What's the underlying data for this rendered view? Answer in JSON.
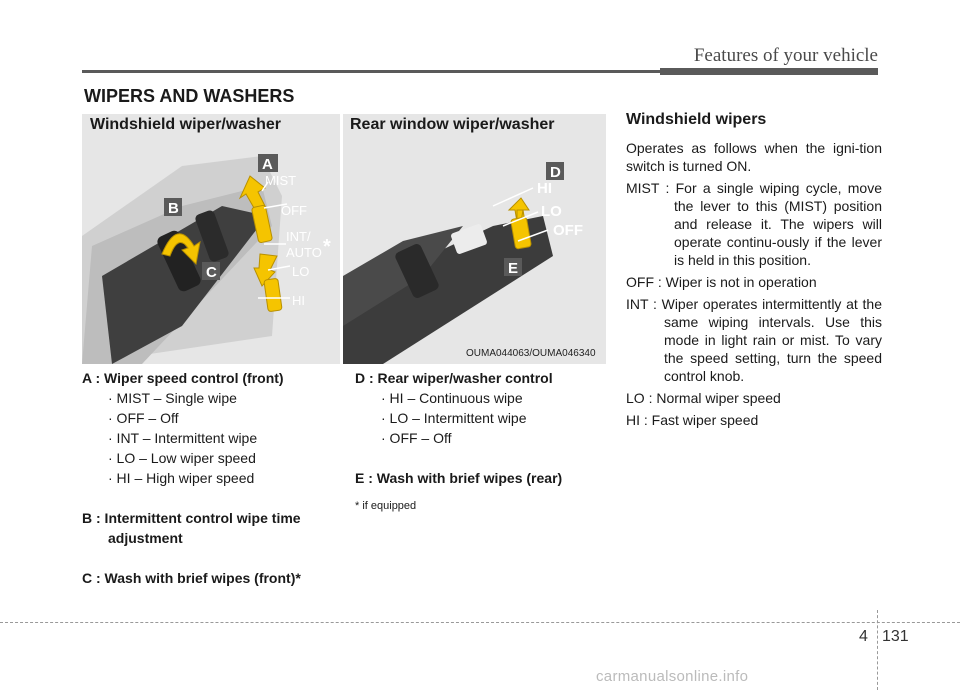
{
  "header": {
    "title": "Features of your vehicle"
  },
  "section": {
    "title": "WIPERS AND WASHERS"
  },
  "figure": {
    "left_title": "Windshield wiper/washer",
    "right_title": "Rear window wiper/washer",
    "code": "OUMA044063/OUMA046340",
    "front_labels": {
      "mist": "MIST",
      "off": "OFF",
      "int": "INT/",
      "auto": "AUTO",
      "asterisk": "*",
      "lo": "LO",
      "hi": "HI"
    },
    "rear_labels": {
      "hi": "HI",
      "lo": "LO",
      "off": "OFF"
    },
    "callouts": [
      "A",
      "B",
      "C",
      "D",
      "E"
    ],
    "accent_color": "#f5c400",
    "callout_color": "#5a5a5a"
  },
  "legend_left": {
    "a_title": "A : Wiper speed control (front)",
    "a_items": [
      "· MIST – Single wipe",
      "· OFF – Off",
      "· INT – Intermittent wipe",
      "· LO – Low wiper speed",
      "· HI – High wiper speed"
    ],
    "b_title_1": "B : Intermittent control wipe time",
    "b_title_2": "adjustment",
    "c_title": "C : Wash with brief wipes (front)*"
  },
  "legend_right": {
    "d_title": "D : Rear wiper/washer control",
    "d_items": [
      "· HI – Continuous wipe",
      "· LO – Intermittent wipe",
      "· OFF – Off"
    ],
    "e_title": "E : Wash with brief wipes (rear)",
    "footnote": "* if equipped"
  },
  "windshield": {
    "heading": "Windshield wipers",
    "intro": "Operates as follows when the igni-tion switch is turned ON.",
    "mist": "MIST : For a single wiping cycle, move the lever to this (MIST) position and release it. The wipers will operate continu-ously if the lever is held in this position.",
    "off": "OFF : Wiper is not in operation",
    "int": "INT : Wiper operates intermittently at the same wiping intervals. Use this mode in light rain or mist. To vary the speed setting, turn the speed control knob.",
    "lo": "LO : Normal wiper speed",
    "hi": "HI : Fast wiper speed"
  },
  "footer": {
    "chapter": "4",
    "page": "131",
    "watermark": "carmanualsonline.info"
  }
}
